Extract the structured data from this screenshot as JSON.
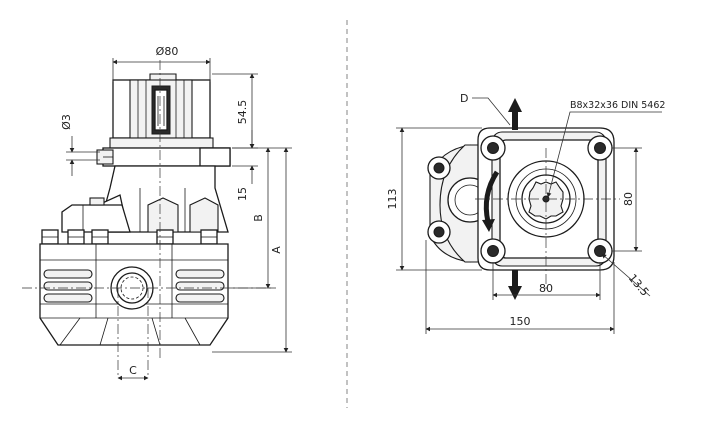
{
  "side_view": {
    "diameter_label": "Ø80",
    "shaft_hole_label": "Ø3",
    "length_54_5": "54.5",
    "length_15": "15",
    "dim_b": "B",
    "dim_a": "A",
    "dim_c": "C"
  },
  "front_view": {
    "port_label": "D",
    "spline_label": "B8x32x36 DIN 5462",
    "height_113": "113",
    "bolt_spacing_v": "80",
    "bolt_spacing_h": "80",
    "width_150": "150",
    "hole_13_5": "13.5"
  }
}
